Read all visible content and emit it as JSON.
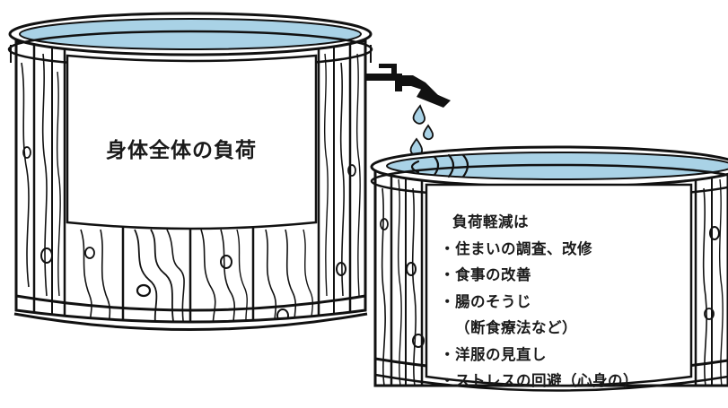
{
  "colors": {
    "water": "#A9D2E6",
    "ink": "#1A1A1A",
    "panel": "#FFFFFF"
  },
  "icons": [
    "big-barrel-icon",
    "small-barrel-icon",
    "faucet-icon",
    "water-drop-icon",
    "ripple-icon"
  ],
  "big_barrel": {
    "label": "身体全体の負荷"
  },
  "small_barrel": {
    "heading": "負荷軽減は",
    "items": [
      "・住まいの調査、改修",
      "・食事の改善",
      "・腸のそうじ",
      "（断食療法など）",
      "・洋服の見直し",
      "・ストレスの回避（心身の）"
    ]
  }
}
